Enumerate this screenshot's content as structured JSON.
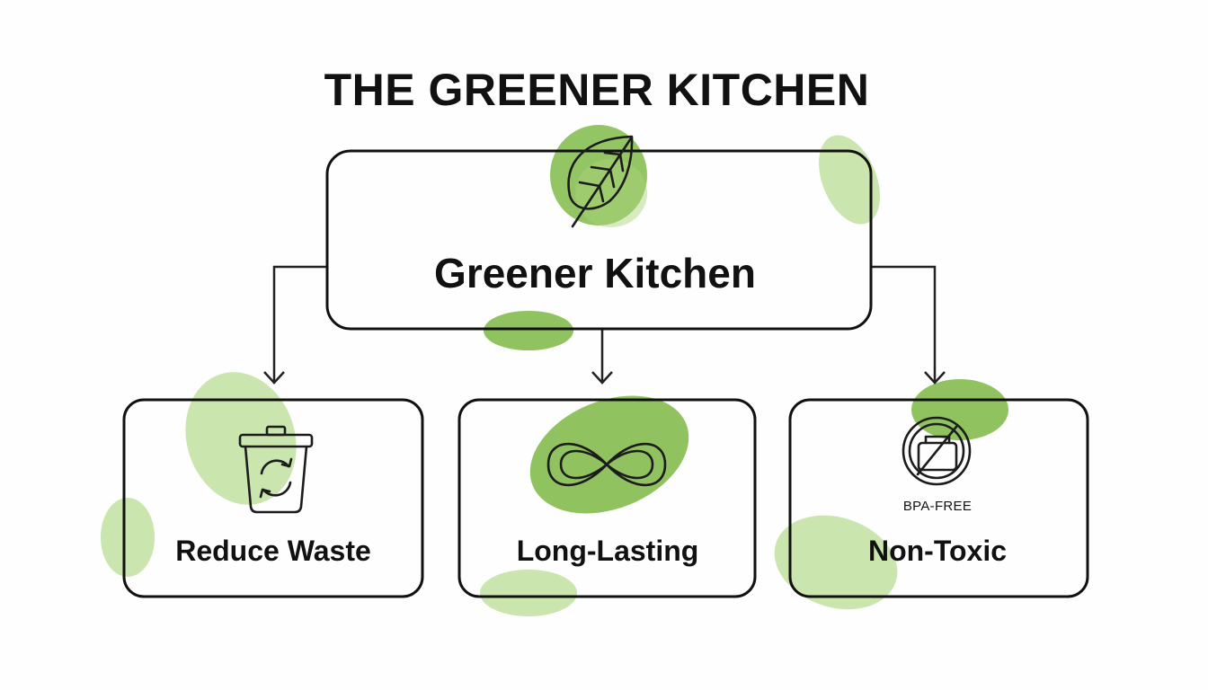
{
  "title": "THE GREENER KITCHEN",
  "root": {
    "label": "Greener Kitchen",
    "icon": "leaf-icon"
  },
  "children": [
    {
      "label": "Reduce Waste",
      "icon": "recycle-bin-icon"
    },
    {
      "label": "Long-Lasting",
      "icon": "infinity-icon"
    },
    {
      "label": "Non-Toxic",
      "icon": "no-bpa-icon",
      "badge": "BPA-FREE"
    }
  ],
  "colors": {
    "accent": "#7db843",
    "accent_light": "#a9d37a",
    "stroke": "#111111",
    "background": "#fdfefd"
  }
}
